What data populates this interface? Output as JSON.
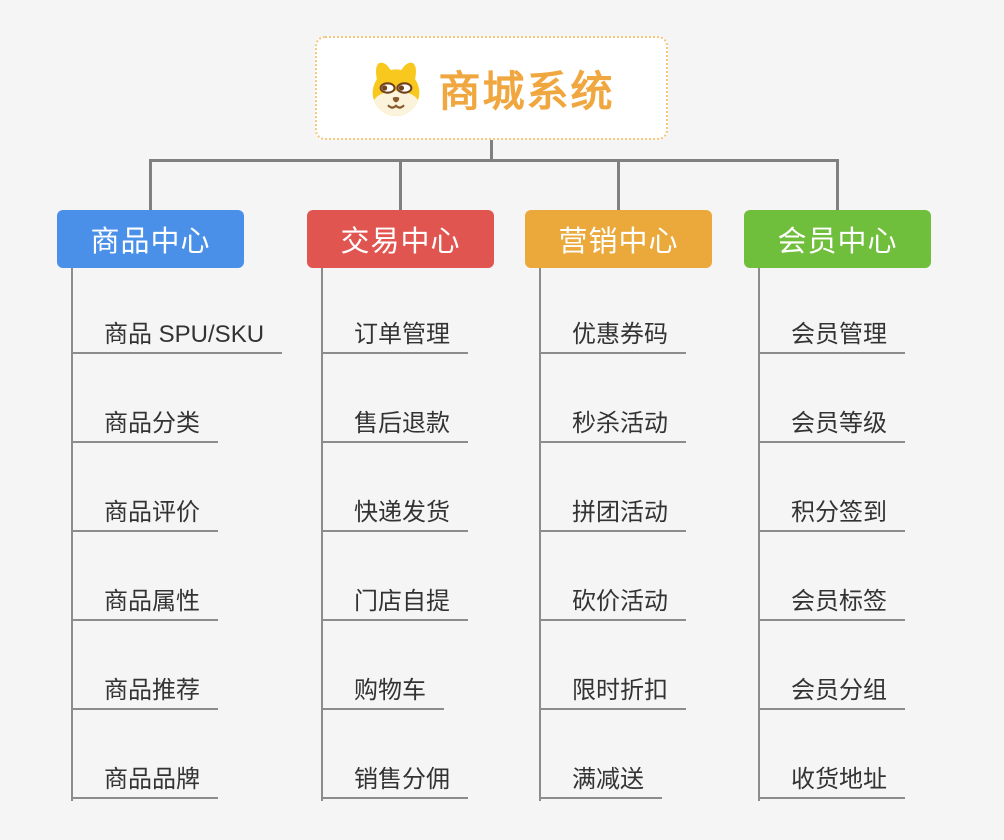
{
  "root": {
    "title": "商城系统",
    "icon": "shiba-dog-icon",
    "border_color": "#F4C77D",
    "title_color": "#F0A73F"
  },
  "style": {
    "background_color": "#F5F5F5",
    "connector_color": "#808080",
    "underline_color": "#8C8C8C",
    "item_text_color": "#333333"
  },
  "columns": [
    {
      "label": "商品中心",
      "color": "#4B90E8",
      "items": [
        "商品 SPU/SKU",
        "商品分类",
        "商品评价",
        "商品属性",
        "商品推荐",
        "商品品牌"
      ]
    },
    {
      "label": "交易中心",
      "color": "#E15551",
      "items": [
        "订单管理",
        "售后退款",
        "快递发货",
        "门店自提",
        "购物车",
        "销售分佣"
      ]
    },
    {
      "label": "营销中心",
      "color": "#EBA93B",
      "items": [
        "优惠券码",
        "秒杀活动",
        "拼团活动",
        "砍价活动",
        "限时折扣",
        "满减送"
      ]
    },
    {
      "label": "会员中心",
      "color": "#6FBE3C",
      "items": [
        "会员管理",
        "会员等级",
        "积分签到",
        "会员标签",
        "会员分组",
        "收货地址"
      ]
    }
  ]
}
